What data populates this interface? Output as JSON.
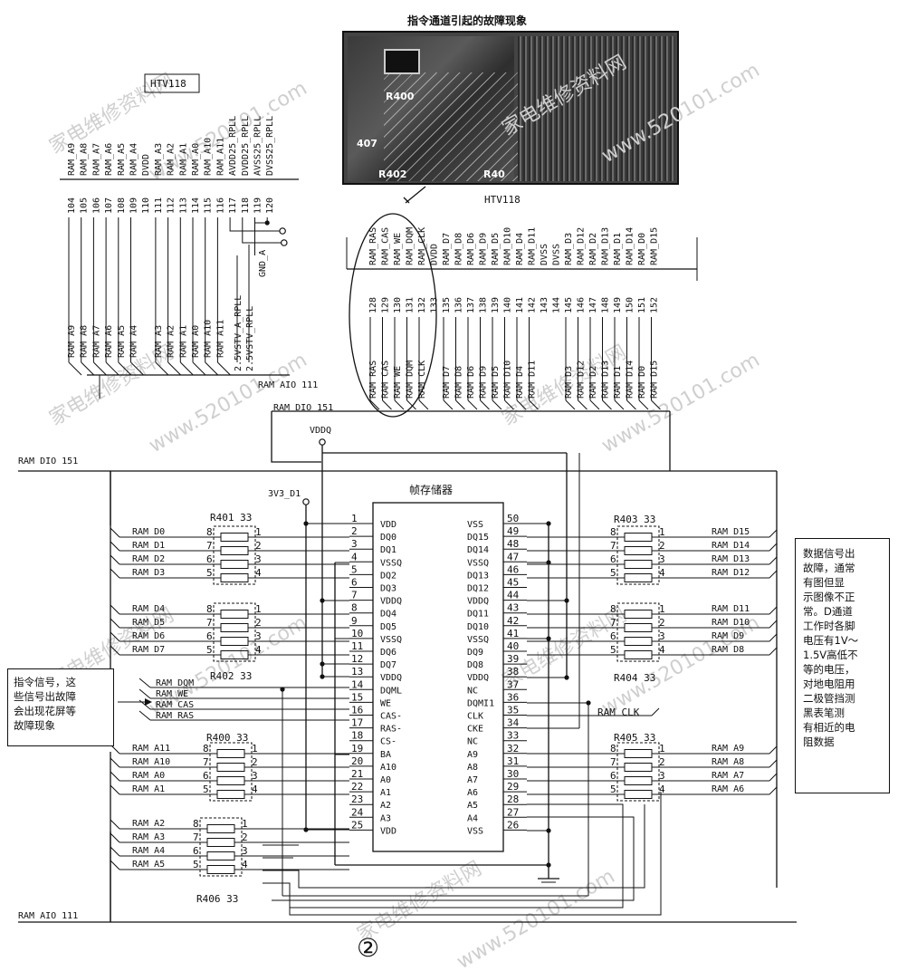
{
  "photo": {
    "title": "指令通道引起的故障现象",
    "labels": [
      "R400",
      "407",
      "R402",
      "R40"
    ]
  },
  "chips": {
    "left_label": "HTV118",
    "center_label": "HTV118",
    "memory_title": "帧存储器"
  },
  "left_connector": {
    "signals": [
      "RAM_A9",
      "RAM_A8",
      "RAM_A7",
      "RAM_A6",
      "RAM_A5",
      "RAM_A4",
      "DVDD",
      "RAM_A3",
      "RAM_A2",
      "RAM_A1",
      "RAM_A0",
      "RAM_A10",
      "RAM_A11",
      "AVDD25_RPLL",
      "DVDD25_RPLL",
      "AVSS25_RPLL",
      "DVSS25_RPLL"
    ],
    "pins": [
      "104",
      "105",
      "106",
      "107",
      "108",
      "109",
      "110",
      "111",
      "112",
      "113",
      "114",
      "115",
      "116",
      "117",
      "118",
      "119",
      "120"
    ],
    "bus_labels": [
      "RAM A9",
      "RAM A8",
      "RAM A7",
      "RAM A6",
      "RAM A5",
      "RAM A4",
      "",
      "RAM A3",
      "RAM A2",
      "RAM A1",
      "RAM A0",
      "RAM A10",
      "RAM A11",
      "2.5VSTV_A_RPLL",
      "2.5VSTV_RPLL",
      "GND_A",
      ""
    ]
  },
  "center_connector": {
    "signals": [
      "RAM_RAS",
      "RAM_CAS",
      "RAM_WE",
      "RAM_DQM",
      "RAM_CLK",
      "DVDD",
      "RAM_D7",
      "RAM_D8",
      "RAM_D6",
      "RAM_D9",
      "RAM_D5",
      "RAM_D10",
      "RAM_D4",
      "RAM_D11",
      "DVSS",
      "DVSS",
      "RAM_D3",
      "RAM_D12",
      "RAM_D2",
      "RAM_D13",
      "RAM_D1",
      "RAM_D14",
      "RAM_D0",
      "RAM_D15"
    ],
    "pins": [
      "128",
      "129",
      "130",
      "131",
      "132",
      "133",
      "135",
      "136",
      "137",
      "138",
      "139",
      "140",
      "141",
      "142",
      "143",
      "144",
      "145",
      "146",
      "147",
      "148",
      "149",
      "150",
      "151",
      "152"
    ],
    "bus_labels": [
      "RAM RAS",
      "RAM CAS",
      "RAM WE",
      "RAM DQM",
      "RAM CLK",
      "",
      "RAM D7",
      "RAM D8",
      "RAM D6",
      "RAM D9",
      "RAM D5",
      "RAM D10",
      "RAM D4",
      "RAM D11",
      "",
      "",
      "RAM D3",
      "RAM D12",
      "RAM D2",
      "RAM D13",
      "RAM D1",
      "RAM D14",
      "RAM D0",
      "RAM D15"
    ]
  },
  "buses": {
    "aio": "RAM AIO 111",
    "dio": "RAM DIO 151",
    "dio_left": "RAM DIO 151",
    "aio_bottom": "RAM AIO 111"
  },
  "power": {
    "vddq": "VDDQ",
    "v3v3": "3V3_D1"
  },
  "ic_left_pins": {
    "names": [
      "VDD",
      "DQ0",
      "DQ1",
      "VSSQ",
      "DQ2",
      "DQ3",
      "VDDQ",
      "DQ4",
      "DQ5",
      "VSSQ",
      "DQ6",
      "DQ7",
      "VDDQ",
      "DQML",
      "WE",
      "CAS-",
      "RAS-",
      "CS-",
      "BA",
      "A10",
      "A0",
      "A1",
      "A2",
      "A3",
      "VDD"
    ],
    "numbers": [
      "1",
      "2",
      "3",
      "4",
      "5",
      "6",
      "7",
      "8",
      "9",
      "10",
      "11",
      "12",
      "13",
      "14",
      "15",
      "16",
      "17",
      "18",
      "19",
      "20",
      "21",
      "22",
      "23",
      "24",
      "25"
    ]
  },
  "ic_right_pins": {
    "names": [
      "VSS",
      "DQ15",
      "DQ14",
      "VSSQ",
      "DQ13",
      "DQ12",
      "VDDQ",
      "DQ11",
      "DQ10",
      "VSSQ",
      "DQ9",
      "DQ8",
      "VDDQ",
      "NC",
      "DQMI1",
      "CLK",
      "CKE",
      "NC",
      "A9",
      "A8",
      "A7",
      "A6",
      "A5",
      "A4",
      "VSS"
    ],
    "numbers": [
      "50",
      "49",
      "48",
      "47",
      "46",
      "45",
      "44",
      "43",
      "42",
      "41",
      "40",
      "39",
      "38",
      "37",
      "36",
      "35",
      "34",
      "33",
      "32",
      "31",
      "30",
      "29",
      "28",
      "27",
      "26"
    ]
  },
  "resistors": {
    "r401": {
      "label": "R401 33",
      "signals": [
        "RAM D0",
        "RAM D1",
        "RAM D2",
        "RAM D3"
      ]
    },
    "r402": {
      "label": "R402 33",
      "signals": [
        "RAM D4",
        "RAM D5",
        "RAM D6",
        "RAM D7"
      ]
    },
    "r400": {
      "label": "R400 33",
      "signals": [
        "RAM A11",
        "RAM A10",
        "RAM A0",
        "RAM A1"
      ]
    },
    "r406": {
      "label": "R406 33",
      "signals": [
        "RAM A2",
        "RAM A3",
        "RAM A4",
        "RAM A5"
      ]
    },
    "r403": {
      "label": "R403 33",
      "signals": [
        "RAM D15",
        "RAM D14",
        "RAM D13",
        "RAM D12"
      ]
    },
    "r404": {
      "label": "R404 33",
      "signals": [
        "RAM D11",
        "RAM D10",
        "RAM D9",
        "RAM D8"
      ]
    },
    "r405": {
      "label": "R405 33",
      "signals": [
        "RAM A9",
        "RAM A8",
        "RAM A7",
        "RAM A6"
      ]
    },
    "left_pin_nums": [
      "8",
      "7",
      "6",
      "5"
    ],
    "right_pin_nums": [
      "1",
      "2",
      "3",
      "4"
    ]
  },
  "command_signals": [
    "RAM DQM",
    "RAM WE",
    "RAM CAS",
    "RAM RAS"
  ],
  "clk_label": "RAM CLK",
  "notes": {
    "command": "指令信号，这\n些信号出故障\n会出现花屏等\n故障现象",
    "data": "数据信号出\n故障，通常\n有图但显\n示图像不正\n常。D通道\n工作时各脚\n电压有1V～\n1.5V高低不\n等的电压，\n对地电阻用\n二极管挡测\n黑表笔测\n有相近的电\n阻数据"
  },
  "watermarks": [
    "家电维修资料网",
    "www.520101.com"
  ],
  "figure_number": "②"
}
